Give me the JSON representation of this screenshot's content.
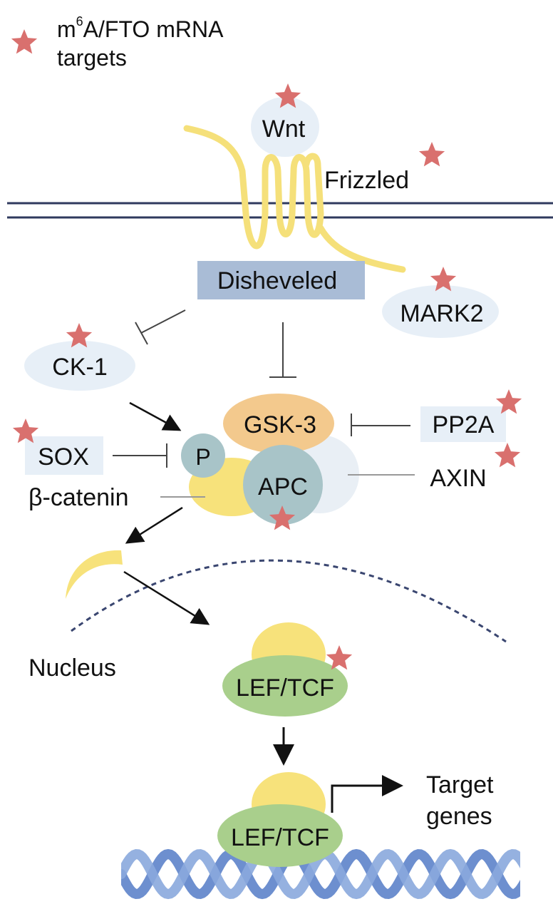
{
  "legend": {
    "line1_prefix": "m",
    "line1_superscript": "6",
    "line1_suffix": "A/FTO mRNA",
    "line2": "targets",
    "marker_icon": "star-icon"
  },
  "labels": {
    "wnt": "Wnt",
    "frizzled": "Frizzled",
    "disheveled": "Disheveled",
    "mark2": "MARK2",
    "ck1": "CK-1",
    "gsk3": "GSK-3",
    "pp2a": "PP2A",
    "sox": "SOX",
    "p": "P",
    "apc": "APC",
    "axin": "AXIN",
    "beta_catenin": "β-catenin",
    "nucleus": "Nucleus",
    "lef_tcf_1": "LEF/TCF",
    "lef_tcf_2": "LEF/TCF",
    "target_genes_1": "Target",
    "target_genes_2": "genes"
  },
  "colors": {
    "star": "#d9706e",
    "membrane": "#2f3a5e",
    "frizzled": "#f5e07a",
    "light_blue": "#e7eff7",
    "disheveled": "#a9bcd6",
    "gsk3": "#f3c98d",
    "apc": "#a8c4c8",
    "beta_catenin": "#f7e27b",
    "lef_tcf": "#a9cf8c",
    "dna": "#6d8fcf",
    "inhibit_line": "#444444",
    "arrow": "#111111",
    "nucleus_border": "#3a4670"
  }
}
